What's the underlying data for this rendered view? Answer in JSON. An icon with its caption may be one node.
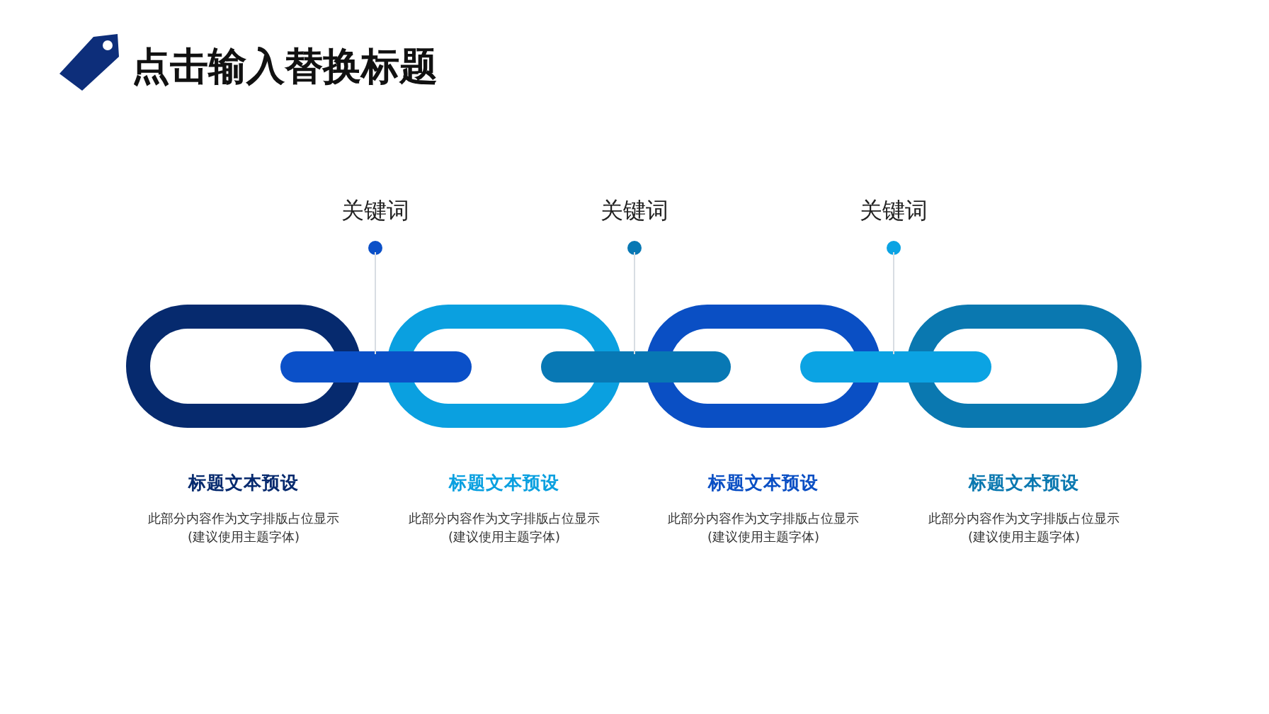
{
  "diagram": {
    "title": "点击输入替换标题",
    "nodes": [
      {
        "text": [
          "标题文本预设"
        ]
      },
      {
        "text": [
          "标题文本预设"
        ]
      },
      {
        "text": [
          "标题文本预设"
        ]
      },
      {
        "text": [
          "标题文本预设"
        ]
      },
      {
        "text": [
          "关键词"
        ]
      },
      {
        "text": [
          "关键词"
        ]
      },
      {
        "text": [
          "关键词"
        ]
      }
    ],
    "edges": [
      {
        "from": 0,
        "to": 1,
        "arrow": "none",
        "style": "thick",
        "color": "#0b50c8"
      },
      {
        "from": 1,
        "to": 2,
        "arrow": "none",
        "style": "thick",
        "color": "#0878b4"
      },
      {
        "from": 2,
        "to": 3,
        "arrow": "none",
        "style": "thick",
        "color": "#0ba3e3"
      },
      {
        "from": 4,
        "to": null,
        "arrow": "none"
      },
      {
        "from": 5,
        "to": null,
        "arrow": "none"
      },
      {
        "from": 6,
        "to": null,
        "arrow": "none"
      }
    ],
    "labels": [
      "此部分内容作为文字排版占位显示(建议使用主题字体)",
      "此部分内容作为文字排版占位显示(建议使用主题字体)",
      "此部分内容作为文字排版占位显示(建议使用主题字体)",
      "此部分内容作为文字排版占位显示(建议使用主题字体)"
    ]
  }
}
